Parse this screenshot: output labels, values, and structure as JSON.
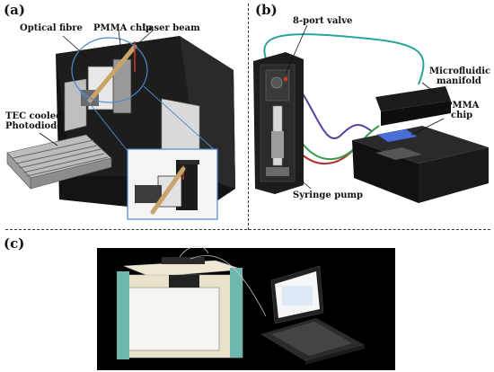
{
  "panels": {
    "a": {
      "label": "(a)",
      "callouts": {
        "optical_fibre": "Optical fibre",
        "pmma_chip": "PMMA chip",
        "laser_beam": "Laser beam",
        "photodiode_line1": "TEC cooled",
        "photodiode_line2": "Photodiode"
      }
    },
    "b": {
      "label": "(b)",
      "callouts": {
        "valve": "8-port valve",
        "manifold_line1": "Microfluidic",
        "manifold_line2": "manifold",
        "chip_line1": "PMMA",
        "chip_line2": "chip",
        "pump": "Syringe pump"
      }
    },
    "c": {
      "label": "(c)"
    }
  },
  "colors": {
    "housing_dark": "#1a1a1a",
    "fibre": "#c8a46a",
    "laser": "#c0392b",
    "tube_teal": "#2aa39a",
    "tube_purple": "#5b3fa0",
    "tube_red": "#b0322c",
    "tube_green": "#3c9a4a",
    "chip_blue": "#4a6fd8",
    "case_cream": "#efe8d2",
    "case_teal": "#6fb7ad"
  }
}
